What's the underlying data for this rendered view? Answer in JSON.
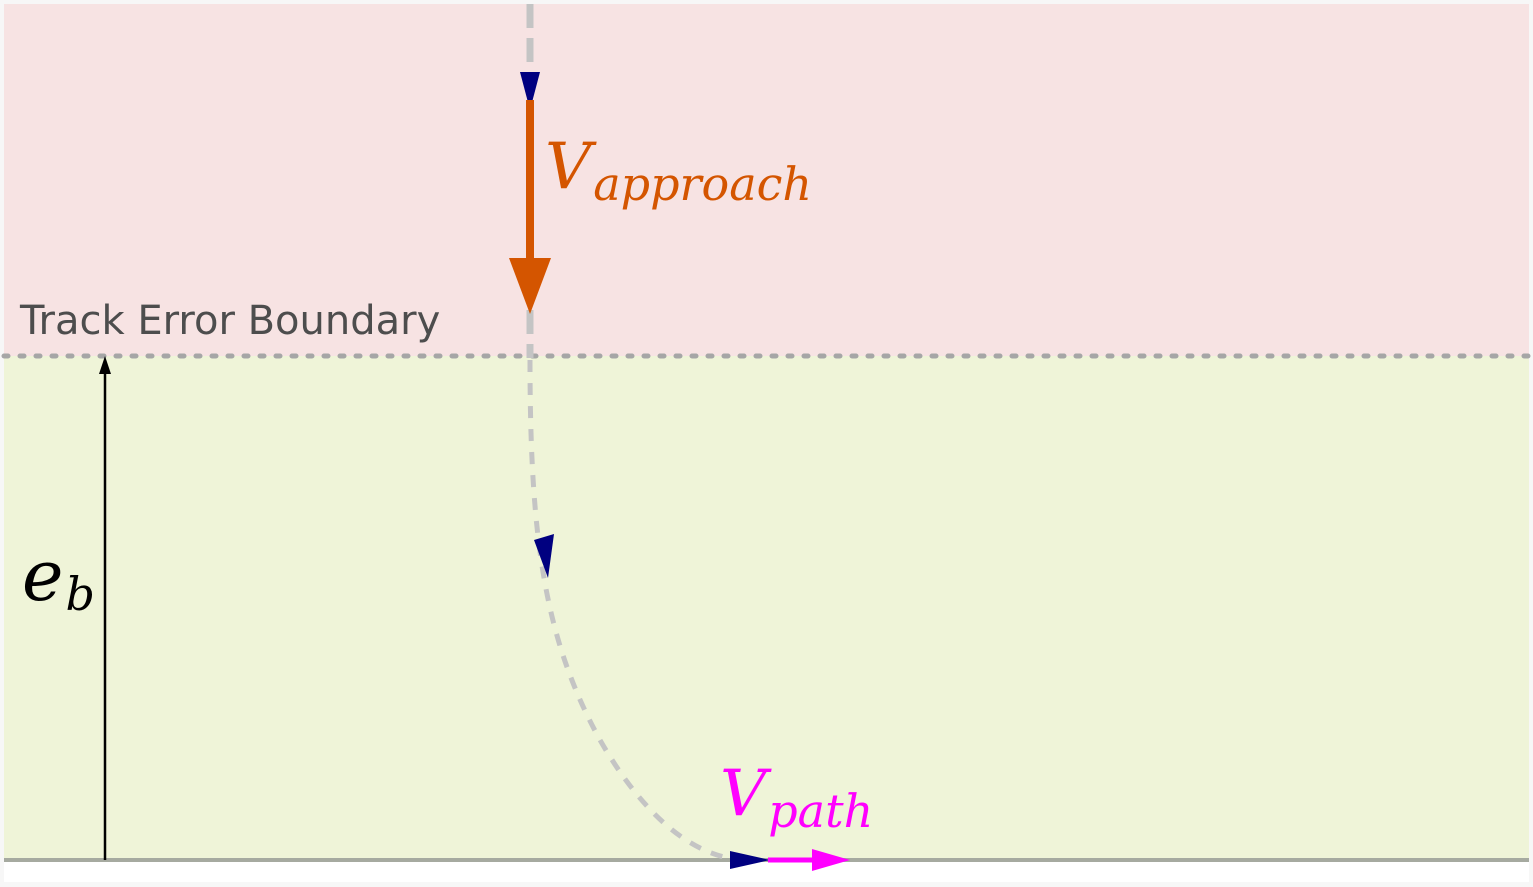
{
  "labels": {
    "track_error_boundary": "Track Error Boundary",
    "v_approach_base": "V",
    "v_approach_sub": "approach",
    "v_path_base": "V",
    "v_path_sub": "path",
    "e_b_base": "e",
    "e_b_sub": "b"
  },
  "colors": {
    "outside_region": "#f7e3e3",
    "inside_region": "#eff4d8",
    "outer_background": "#f7f7f7",
    "boundary_line": "#a6a6a6",
    "path_line": "#a6aaa0",
    "trajectory": "#c4c4c4",
    "trajectory_arrow": "#000080",
    "v_approach": "#d45500",
    "v_path": "#ff00ff",
    "e_b_arrow": "#000000",
    "label_text": "#4d4d4d"
  }
}
